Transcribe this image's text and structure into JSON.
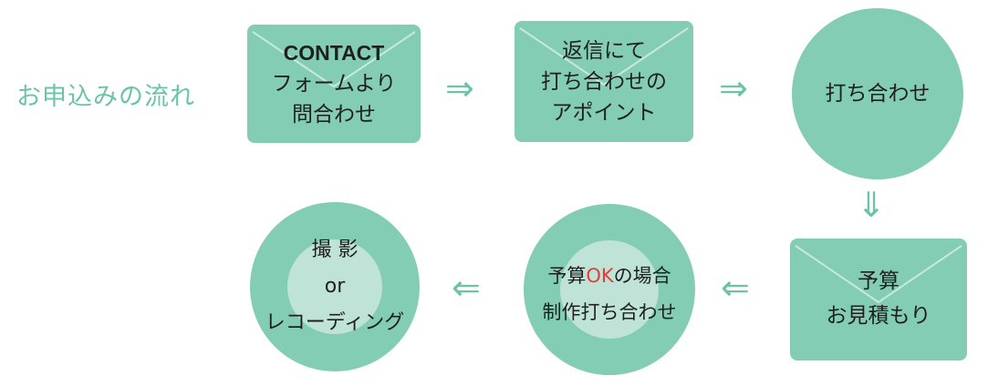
{
  "title": "お申込みの流れ",
  "colors": {
    "fill": "#84cdb5",
    "light": "#bfe4d7",
    "title": "#6cc3a8",
    "ok": "#e83a3a",
    "arrow": "#6cc3a8"
  },
  "steps": {
    "contact": {
      "line1": "CONTACT",
      "line2": "フォームより",
      "line3": "問合わせ"
    },
    "appointment": {
      "line1": "返信にて",
      "line2": "打ち合わせの",
      "line3": "アポイント"
    },
    "meeting": {
      "line1": "打ち合わせ"
    },
    "estimate": {
      "line1": "予算",
      "line2": "お見積もり"
    },
    "production": {
      "line1_pre": "予算",
      "line1_ok": "OK",
      "line1_post": "の場合",
      "line2": "制作打ち合わせ"
    },
    "shooting": {
      "line1": "撮 影",
      "line2": "or",
      "line3": "レコーディング"
    }
  },
  "arrows": {
    "right": "⇒",
    "left": "⇐"
  }
}
